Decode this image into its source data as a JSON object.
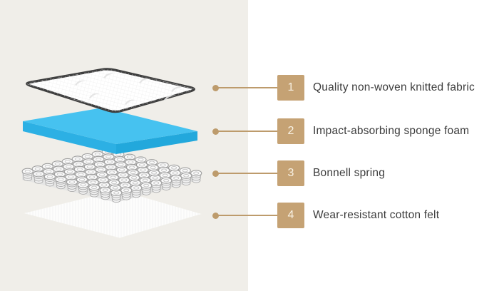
{
  "panels": {
    "left_bg": "#F0EEE9",
    "right_bg": "#FFFFFF"
  },
  "colors": {
    "accent": "#C5A274",
    "connector": "#BD9B6C",
    "badge_text": "#F8F1E3",
    "label_text": "#3C3C3C",
    "foam_top": "#46C2F0",
    "foam_left": "#2CB0E4",
    "foam_right": "#22A8DC",
    "fabric_edge": "#3E3E3E",
    "spring_gray": "#9E9E9E"
  },
  "callouts": [
    {
      "number": "1",
      "label": "Quality non-woven knitted fabric"
    },
    {
      "number": "2",
      "label": "Impact-absorbing sponge foam"
    },
    {
      "number": "3",
      "label": "Bonnell spring"
    },
    {
      "number": "4",
      "label": "Wear-resistant cotton felt"
    }
  ]
}
